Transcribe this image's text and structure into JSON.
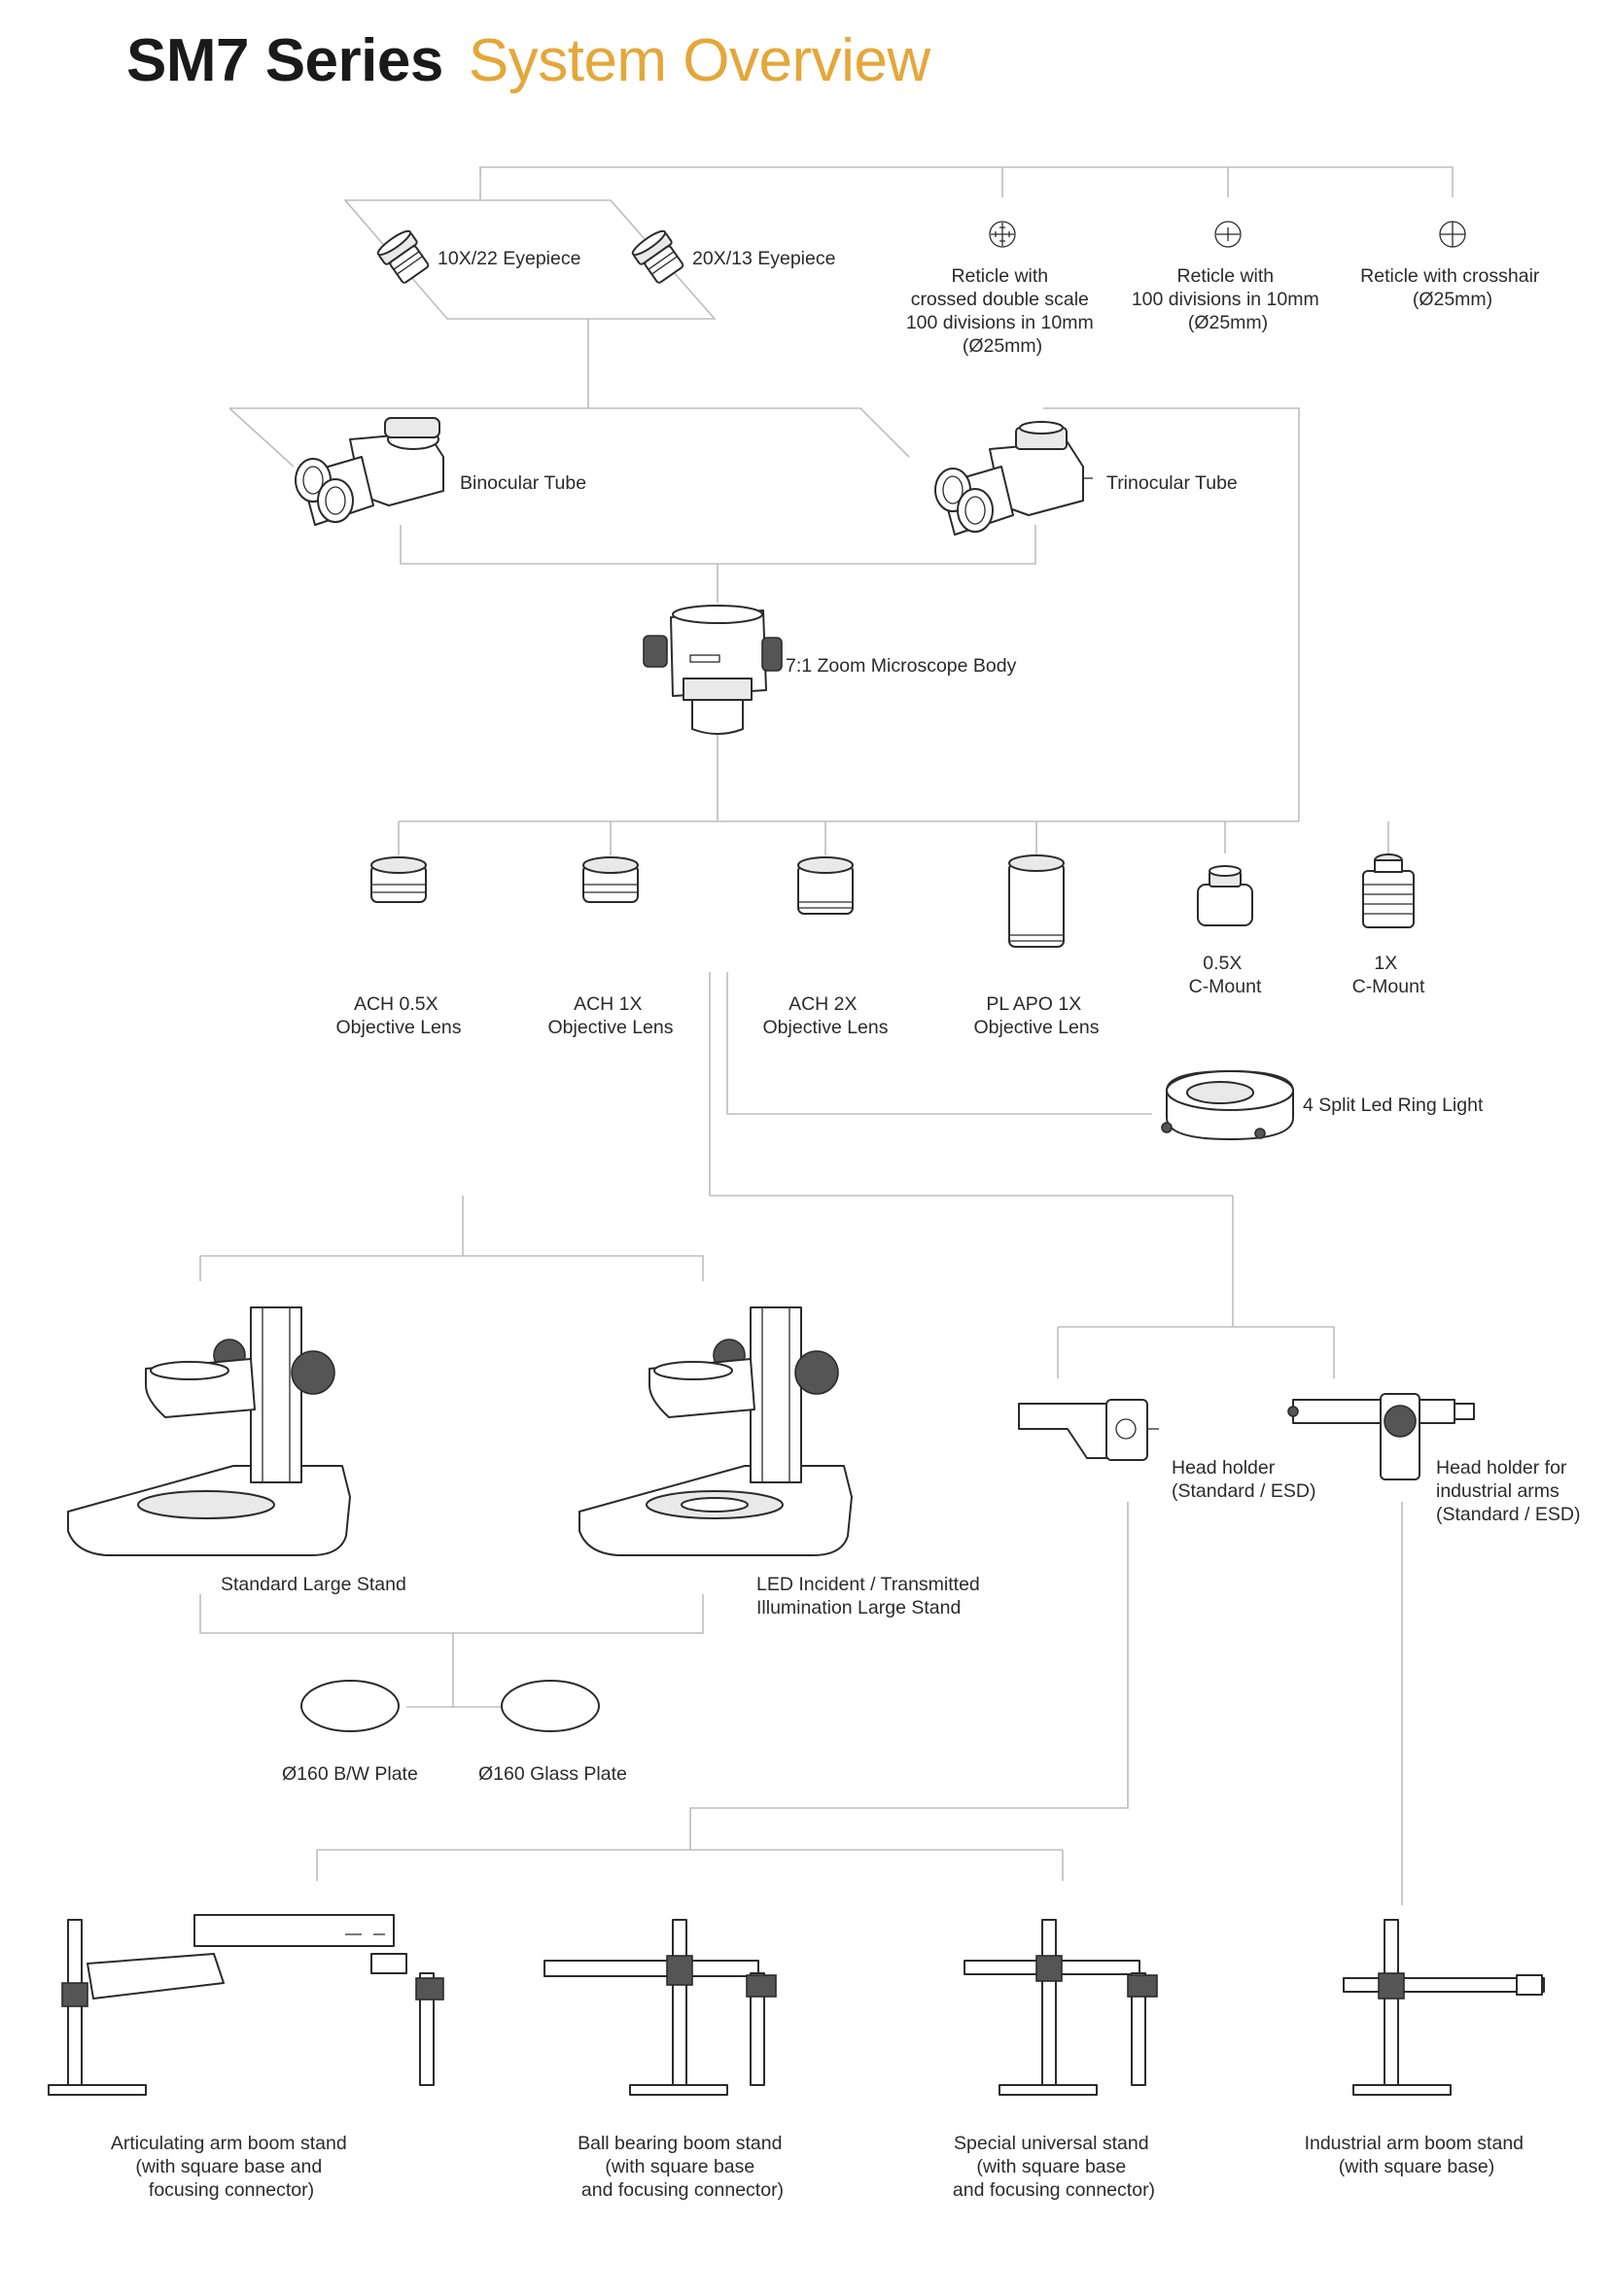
{
  "title": {
    "bold": "SM7 Series",
    "colored": "System Overview"
  },
  "colors": {
    "accent": "#e4a73a",
    "line": "#bdbdbd",
    "ink": "#2b2b2b"
  },
  "eyepieces": {
    "ep10": "10X/22 Eyepiece",
    "ep20": "20X/13 Eyepiece"
  },
  "reticles": [
    {
      "lines": [
        "Reticle with",
        "crossed double scale",
        "100 divisions in 10mm",
        "(Ø25mm)"
      ]
    },
    {
      "lines": [
        "Reticle with",
        "100 divisions in 10mm",
        "(Ø25mm)"
      ]
    },
    {
      "lines": [
        "Reticle with crosshair",
        "(Ø25mm)"
      ]
    }
  ],
  "tubes": {
    "binocular": "Binocular Tube",
    "trinocular": "Trinocular Tube"
  },
  "body": "7:1 Zoom Microscope Body",
  "objectives": [
    {
      "lines": [
        "ACH 0.5X",
        "Objective Lens"
      ]
    },
    {
      "lines": [
        "ACH 1X",
        "Objective Lens"
      ]
    },
    {
      "lines": [
        "ACH 2X",
        "Objective Lens"
      ]
    },
    {
      "lines": [
        "PL APO 1X",
        "Objective Lens"
      ]
    }
  ],
  "cmounts": [
    {
      "lines": [
        "0.5X",
        "C-Mount"
      ]
    },
    {
      "lines": [
        "1X",
        "C-Mount"
      ]
    }
  ],
  "ring_light": "4 Split Led Ring Light",
  "stands": {
    "standard": [
      "Standard Large Stand"
    ],
    "led": [
      "LED Incident / Transmitted",
      "Illumination Large Stand"
    ]
  },
  "head_holders": {
    "standard": [
      "Head holder",
      "(Standard / ESD)"
    ],
    "industrial": [
      "Head holder for",
      "industrial arms",
      "(Standard / ESD)"
    ]
  },
  "plates": {
    "bw": "Ø160 B/W Plate",
    "glass": "Ø160 Glass Plate"
  },
  "boom_stands": [
    {
      "lines": [
        "Articulating arm boom stand",
        "(with square base and",
        "focusing connector)"
      ]
    },
    {
      "lines": [
        "Ball bearing boom stand",
        "(with square base",
        "and focusing connector)"
      ]
    },
    {
      "lines": [
        "Special universal stand",
        "(with square base",
        "and focusing connector)"
      ]
    },
    {
      "lines": [
        "Industrial arm boom stand",
        "(with square base)"
      ]
    }
  ]
}
